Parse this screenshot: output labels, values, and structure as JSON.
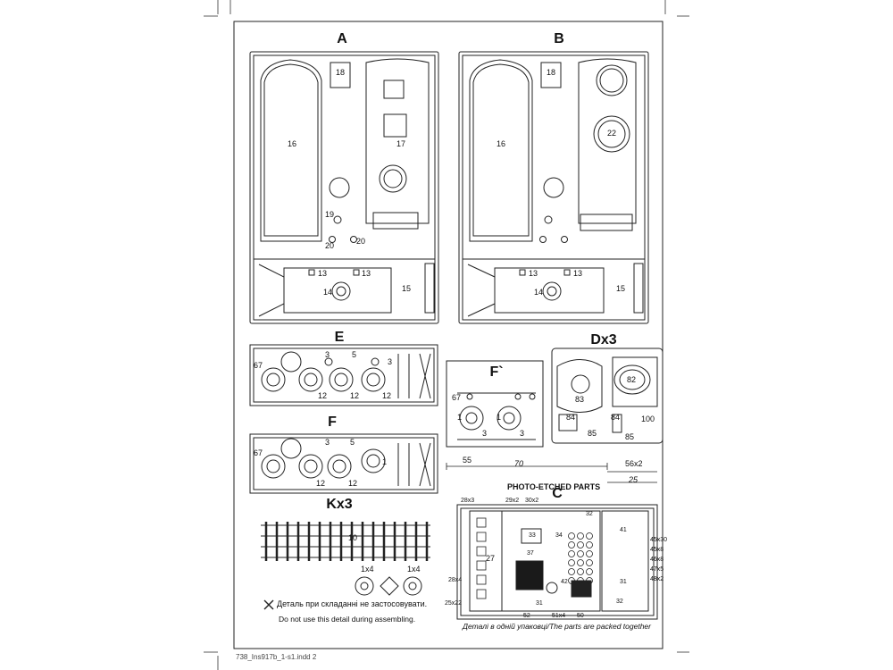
{
  "sprues": {
    "a": {
      "title": "A",
      "parts": [
        "18",
        "16",
        "17",
        "19",
        "20",
        "20",
        "13",
        "13",
        "14",
        "15"
      ]
    },
    "b": {
      "title": "B",
      "parts": [
        "18",
        "16",
        "22",
        "13",
        "13",
        "14",
        "15"
      ]
    },
    "e": {
      "title": "E",
      "parts": [
        "67",
        "12",
        "12",
        "3",
        "5",
        "12",
        "3"
      ]
    },
    "f_prime": {
      "title": "F`",
      "parts": [
        "67",
        "1",
        "1",
        "3",
        "3"
      ]
    },
    "d": {
      "title": "Dx3",
      "parts": [
        "83",
        "82",
        "84",
        "85",
        "84",
        "85",
        "100"
      ]
    },
    "f": {
      "title": "F",
      "parts": [
        "67",
        "12",
        "12",
        "3",
        "5",
        "1"
      ]
    },
    "k": {
      "title": "Kx3",
      "parts": [
        "10",
        "1x4",
        "1x4"
      ]
    },
    "c": {
      "title": "C",
      "parts": [
        "28x3",
        "29x2",
        "30x2",
        "32",
        "33",
        "34",
        "41",
        "45x30",
        "45x8",
        "46x8",
        "47x5",
        "48x2",
        "27",
        "37",
        "28x4",
        "31",
        "31",
        "42",
        "32",
        "25x22",
        "52",
        "51x4",
        "50"
      ]
    }
  },
  "photo_etched": {
    "title": "PHOTO-ETCHED PARTS",
    "dims": {
      "d55": "55",
      "d70": "70",
      "d56x2": "56x2",
      "d25": "25"
    }
  },
  "notes": {
    "not_used_ua": "Деталь при складанні не застосовувати.",
    "not_used_en": "Do not use this detail during assembling.",
    "packed": "Деталі в одній упаковці/The parts are packed together"
  },
  "footer": {
    "code": "738_Ins917b_1-s1.indd   2"
  }
}
